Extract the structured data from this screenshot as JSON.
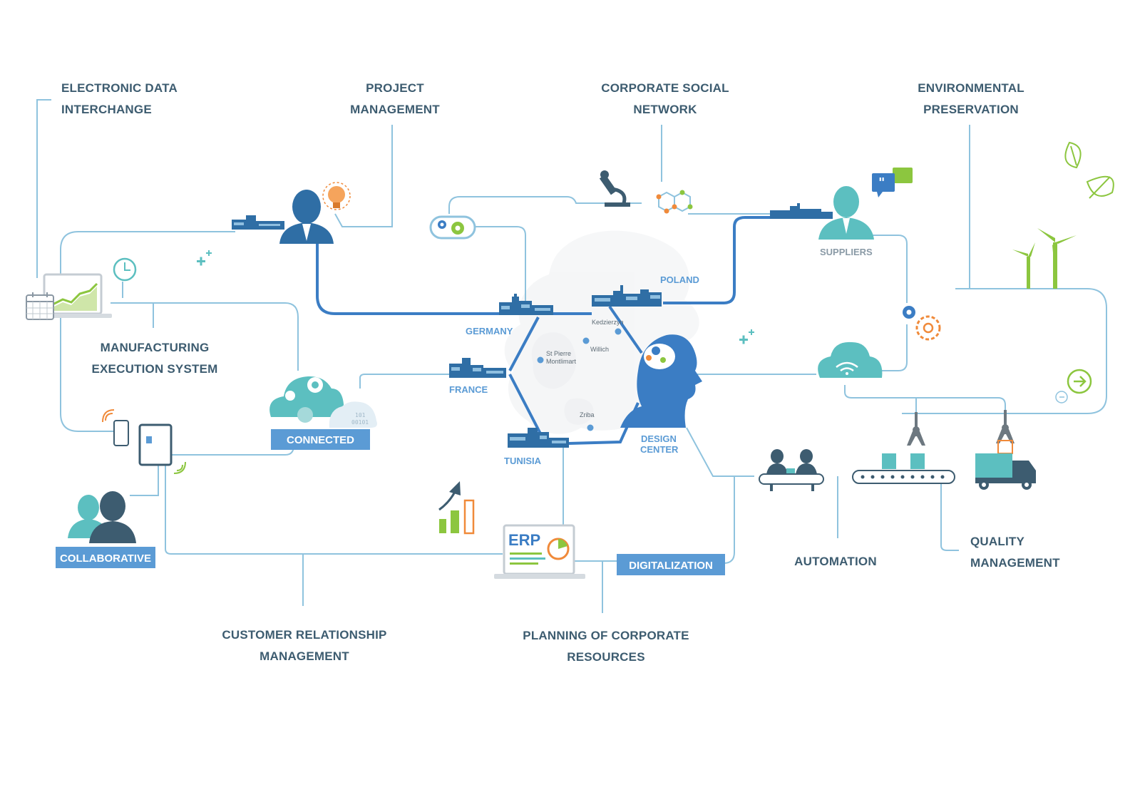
{
  "labels": {
    "edi": [
      "ELECTRONIC DATA",
      "INTERCHANGE"
    ],
    "pm": [
      "PROJECT",
      "MANAGEMENT"
    ],
    "csn": [
      "CORPORATE SOCIAL",
      "NETWORK"
    ],
    "env": [
      "ENVIRONMENTAL",
      "PRESERVATION"
    ],
    "mes": [
      "MANUFACTURING",
      "EXECUTION SYSTEM"
    ],
    "crm": [
      "CUSTOMER RELATIONSHIP",
      "MANAGEMENT"
    ],
    "pcr": [
      "PLANNING OF CORPORATE",
      "RESOURCES"
    ],
    "automation": "AUTOMATION",
    "qm": [
      "QUALITY",
      "MANAGEMENT"
    ]
  },
  "tags": {
    "connected": "CONNECTED",
    "collaborative": "COLLABORATIVE",
    "digitalization": "DIGITALIZATION"
  },
  "sites": {
    "germany": "GERMANY",
    "france": "FRANCE",
    "tunisia": "TUNISIA",
    "poland": "POLAND",
    "design_center": [
      "DESIGN",
      "CENTER"
    ],
    "suppliers": "SUPPLIERS"
  },
  "cities": {
    "kedzierzyn": "Kedzierzyn",
    "willich": "Willich",
    "st_pierre": [
      "St Pierre",
      "Montlimart"
    ],
    "zriba": "Zriba"
  },
  "erp_label": "ERP",
  "colors": {
    "text": "#3d5c70",
    "accent_blue": "#5b9bd5",
    "dark_blue": "#3b7dc4",
    "teal": "#5cbfc0",
    "line": "#8fc3de",
    "orange": "#f08a3a",
    "green": "#8cc63f"
  },
  "icons": [
    "calendar-icon",
    "laptop-chart-icon",
    "clock-icon",
    "factory-icon",
    "person-icon",
    "lightbulb-icon",
    "gears-icon",
    "microscope-icon",
    "molecule-icon",
    "speech-bubble-icon",
    "leaf-icon",
    "wind-turbine-icon",
    "arrow-circle-icon",
    "cloud-icon",
    "wifi-cloud-icon",
    "phone-icon",
    "tablet-icon",
    "team-icon",
    "erp-laptop-icon",
    "growth-chart-icon",
    "head-brain-icon",
    "conveyor-icon",
    "robot-arm-icon",
    "truck-icon",
    "workers-icon"
  ]
}
